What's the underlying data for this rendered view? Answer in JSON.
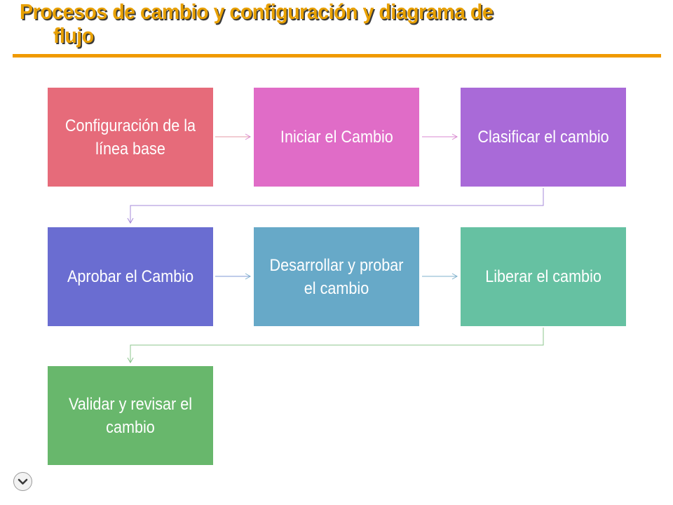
{
  "title": {
    "line1": "Procesos de cambio y configuración y diagrama de",
    "line2": "flujo"
  },
  "colors": {
    "title": "#e8a000",
    "rule": "#f09a00",
    "step1": "#e66b7a",
    "step2": "#e06cc7",
    "step3": "#a96ad8",
    "step4": "#6a6dd1",
    "step5": "#67a9c8",
    "step6": "#66c1a2",
    "step7": "#68b76c"
  },
  "steps": [
    {
      "label": "Configuración de la línea base"
    },
    {
      "label": "Iniciar el Cambio"
    },
    {
      "label": "Clasificar el cambio"
    },
    {
      "label": "Aprobar el Cambio"
    },
    {
      "label": "Desarrollar y probar el cambio"
    },
    {
      "label": "Liberar el cambio"
    },
    {
      "label": "Validar y revisar el cambio"
    }
  ],
  "controls": {
    "scroll_icon": "chevron-down-icon"
  }
}
